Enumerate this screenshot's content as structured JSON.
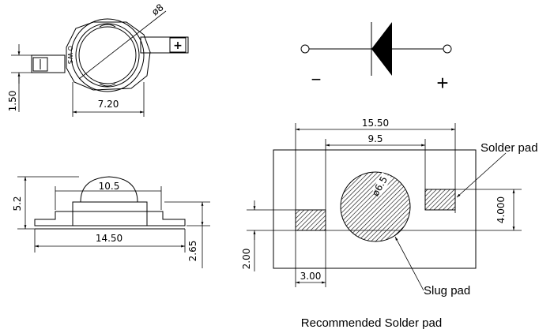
{
  "top_view": {
    "dim_diameter": "ø8",
    "dim_width": "7.20",
    "dim_lead_height": "1.50",
    "lead_plus": "+",
    "lead_minus": "-",
    "body_mark_1": "O",
    "body_mark_2": "W",
    "body_mark_3": "S"
  },
  "side_view": {
    "dim_dome": "10.5",
    "dim_length": "14.50",
    "dim_height": "5.2",
    "dim_base": "2.65"
  },
  "symbol": {
    "minus": "−",
    "plus": "+"
  },
  "pad_layout": {
    "dim_outer": "15.50",
    "dim_inner": "9.5",
    "dim_slug": "ø6.5",
    "dim_pad_height": "4.000",
    "dim_pad_width": "3.00",
    "dim_offset": "2.00",
    "label_solder": "Solder pad",
    "label_slug": "Slug pad",
    "caption": "Recommended Solder pad"
  }
}
